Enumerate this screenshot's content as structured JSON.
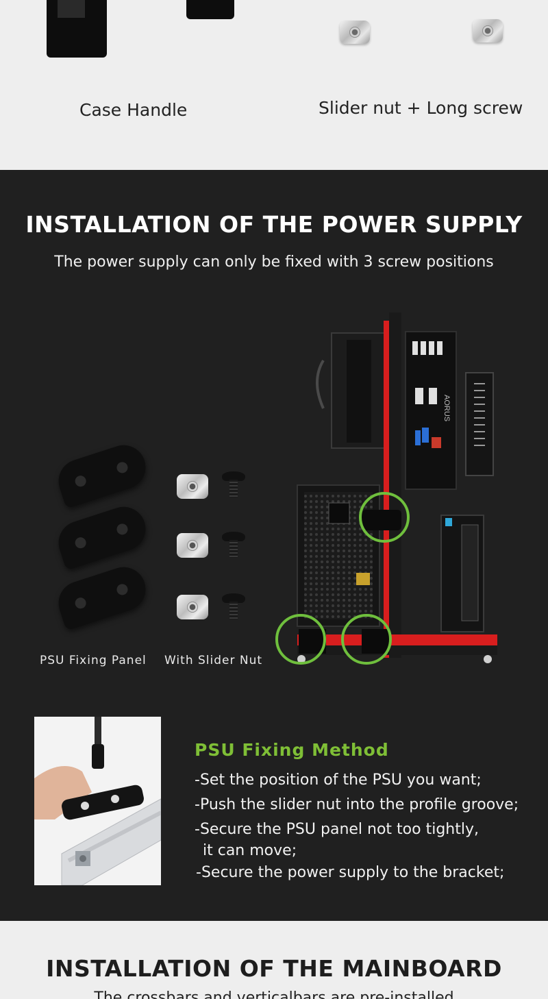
{
  "top": {
    "caption_left": "Case Handle",
    "caption_right": "Slider nut + Long screw"
  },
  "power_supply": {
    "title": "INSTALLATION OF THE POWER SUPPLY",
    "subtitle": "The power supply can only be fixed with 3 screw positions",
    "label_panel": "PSU Fixing Panel",
    "label_nut": "With Slider Nut",
    "board_text": "AORUS",
    "method_title": "PSU Fixing Method",
    "steps": [
      "-Set the position of the PSU you want;",
      "-Push the slider nut into the profile groove;",
      "-Secure the PSU panel not too tightly,",
      "it can move;",
      "-Secure the power supply to the bracket;"
    ],
    "accent_green": "#6fbf3d",
    "accent_red": "#d81e1e"
  },
  "mainboard": {
    "title": "INSTALLATION OF THE MAINBOARD",
    "subtitle": "The crossbars and verticalbars are pre-installed"
  }
}
